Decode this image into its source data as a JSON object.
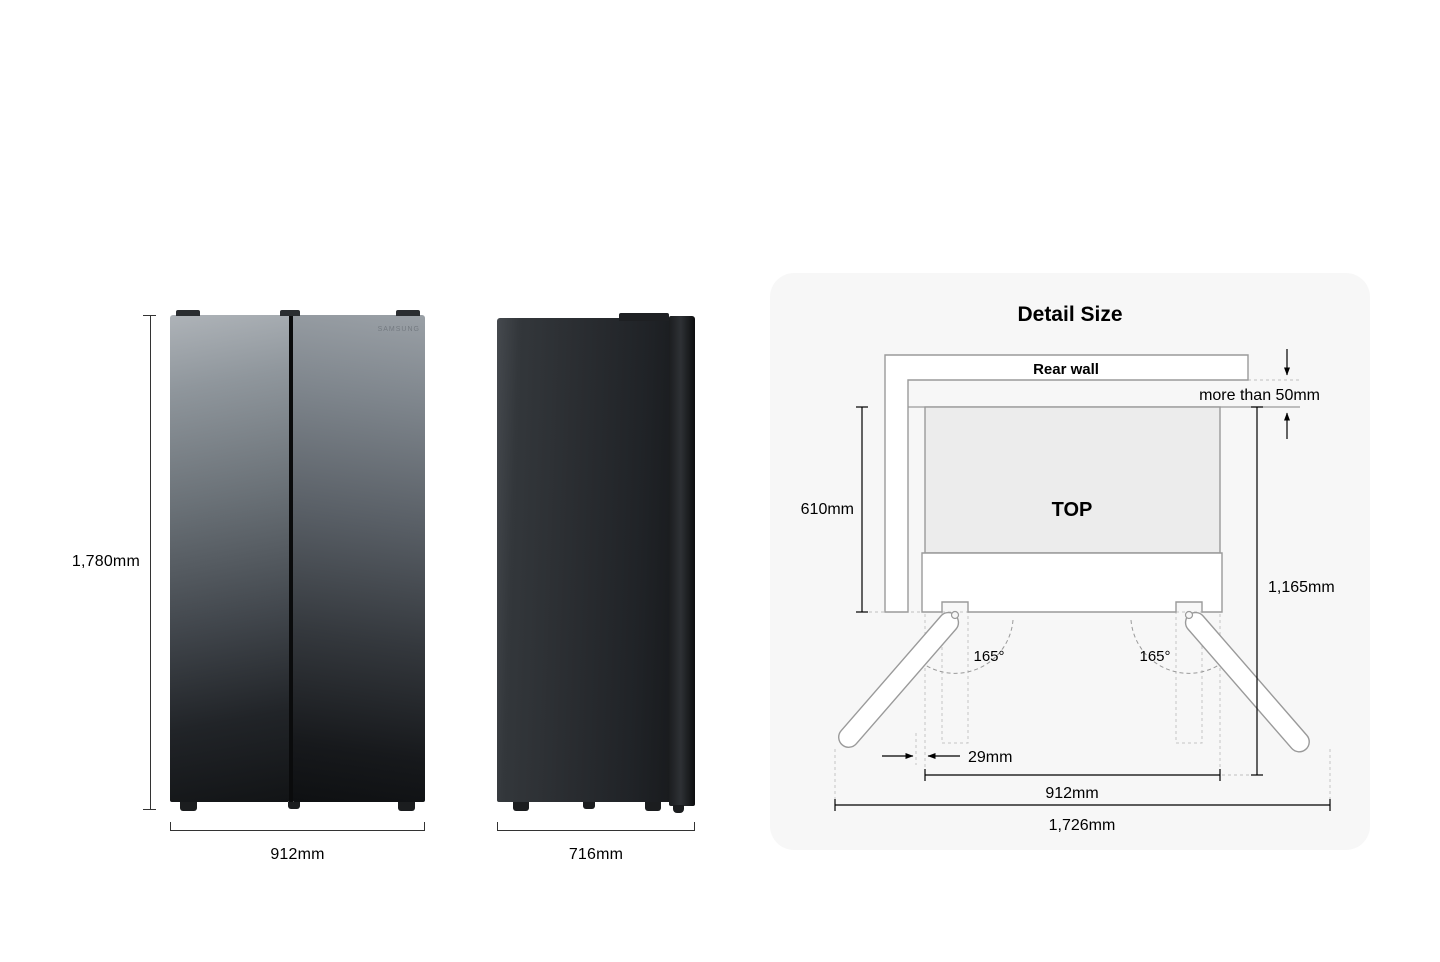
{
  "brand": "SAMSUNG",
  "front_view": {
    "height": "1,780mm",
    "width": "912mm"
  },
  "side_view": {
    "depth": "716mm"
  },
  "detail": {
    "title": "Detail Size",
    "rear_wall": "Rear wall",
    "clearance": "more than 50mm",
    "depth_without_doors": "610mm",
    "top": "TOP",
    "depth_total": "1,165mm",
    "angle_left": "165°",
    "angle_right": "165°",
    "door_protrusion": "29mm",
    "width_body": "912mm",
    "width_doors_open": "1,726mm"
  },
  "colors": {
    "page_bg": "#ffffff",
    "panel_bg": "#f7f7f7",
    "diagram_stroke": "#9a9a9a",
    "dimension_text": "#000000",
    "fridge_dark": "#17191c"
  }
}
